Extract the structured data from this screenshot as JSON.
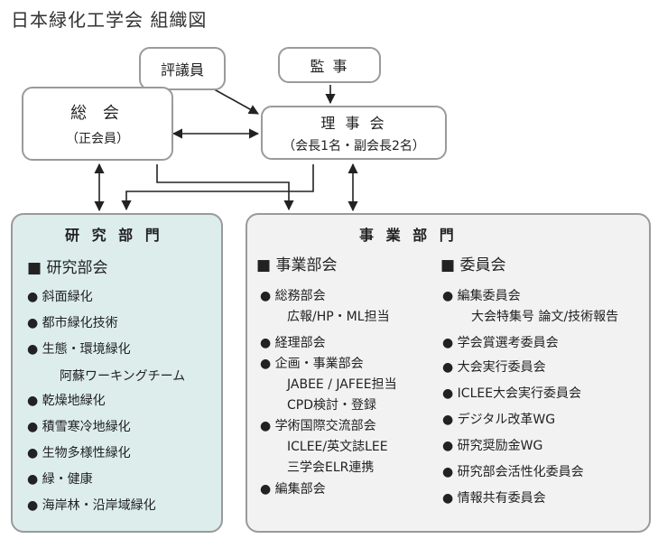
{
  "title": "日本緑化工学会 組織図",
  "nodes": {
    "hyogiin": "評議員",
    "kanji": "監 事",
    "sokai": "総 会",
    "sokai_sub": "（正会員）",
    "rijikai": "理 事 会",
    "rijikai_sub": "（会長1名・副会長2名）"
  },
  "research": {
    "title": "研 究 部 門",
    "section": "■ 研究部会",
    "items": [
      "● 斜面緑化",
      "● 都市緑化技術",
      "● 生態・環境緑化",
      "● 乾燥地緑化",
      "● 積雪寒冷地緑化",
      "● 生物多様性緑化",
      "● 緑・健康",
      "● 海岸林・沿岸域緑化"
    ],
    "sub_aso": "阿蘇ワーキングチーム"
  },
  "business": {
    "title": "事 業 部 門",
    "section_left": "■ 事業部会",
    "section_right": "■ 委員会",
    "left_items": [
      "● 総務部会",
      "● 経理部会",
      "● 企画・事業部会",
      "● 学術国際交流部会",
      "● 編集部会"
    ],
    "left_subs": [
      "広報/HP・ML担当",
      "JABEE / JAFEE担当",
      "CPD検討・登録",
      "ICLEE/英文誌LEE",
      "三学会ELR連携"
    ],
    "right_items": [
      "● 編集委員会",
      "● 学会賞選考委員会",
      "● 大会実行委員会",
      "● ICLEE大会実行委員会",
      "● デジタル改革WG",
      "● 研究奨励金WG",
      "● 研究部会活性化委員会",
      "● 情報共有委員会"
    ],
    "right_sub": "大会特集号 論文/技術報告"
  },
  "colors": {
    "research_bg": "#dcedec",
    "business_bg": "#f2f2f2",
    "border": "#9a9a9a",
    "line": "#222222"
  }
}
